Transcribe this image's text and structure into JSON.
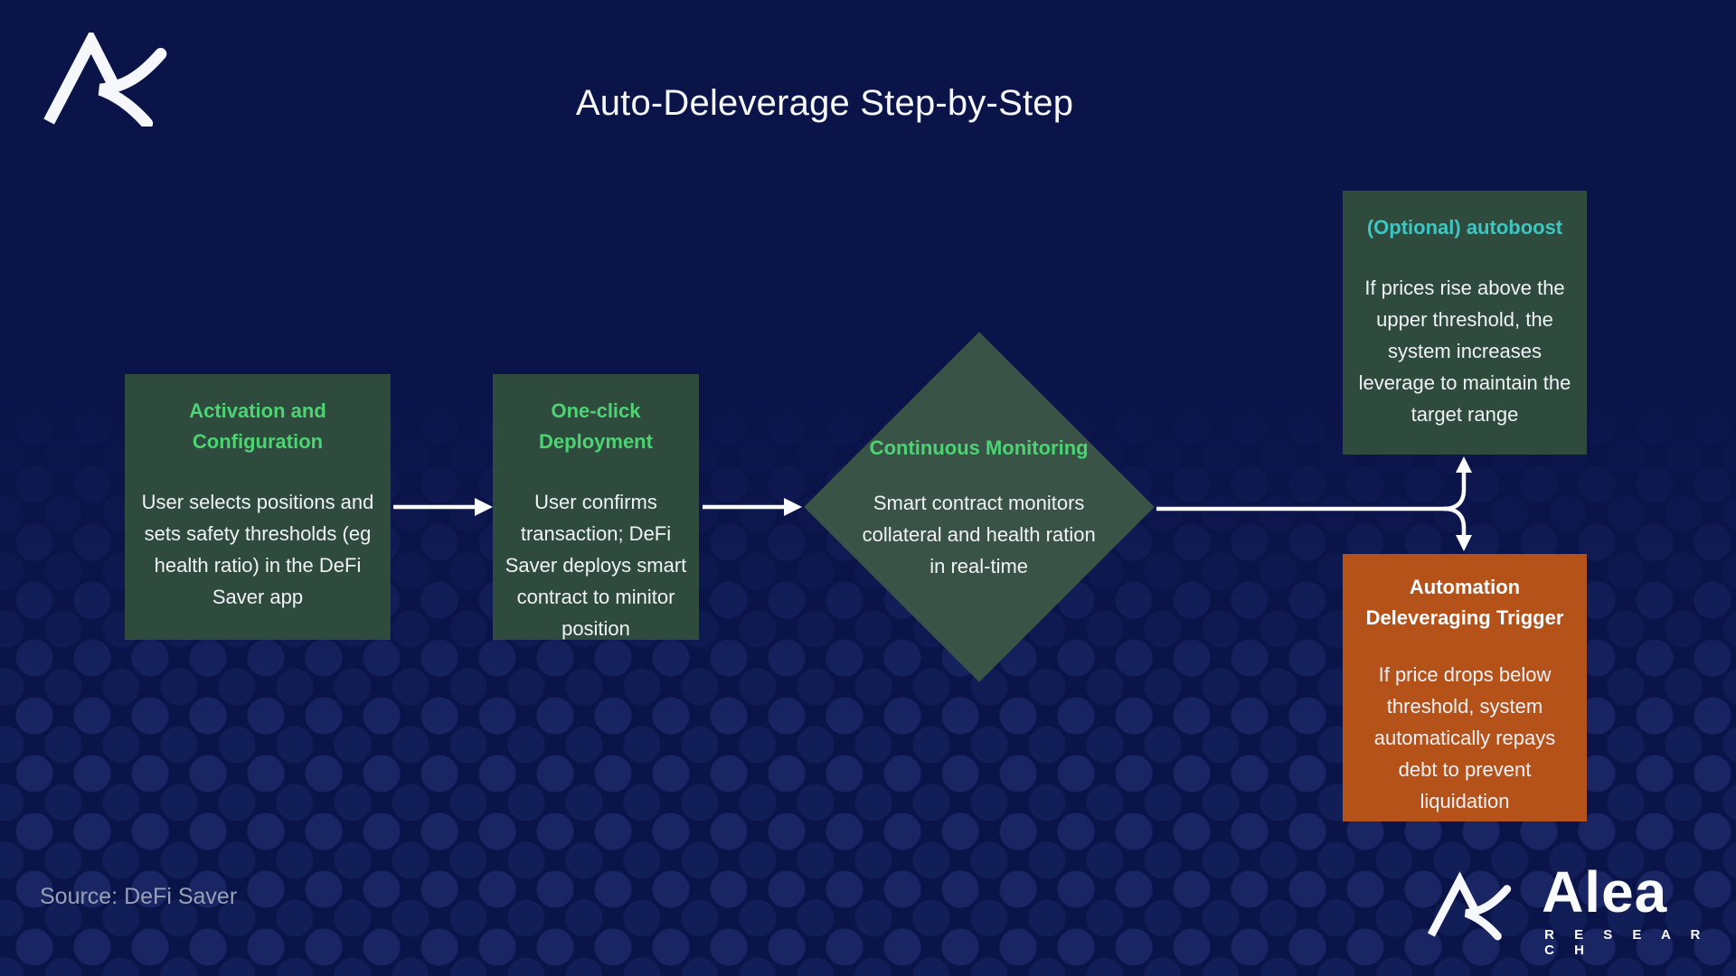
{
  "page": {
    "title": "Auto-Deleverage Step-by-Step",
    "source_note": "Source: DeFi Saver"
  },
  "branding": {
    "wordmark": "Alea",
    "wordmark_sub": "R E S E A R C H",
    "logo": "alea-a-swoosh-mark"
  },
  "colors": {
    "background": "#0B1449",
    "node_green": "#2F4B3E",
    "diamond_green": "#3A5347",
    "node_orange": "#B5521A",
    "accent_green": "#4CD473",
    "accent_teal": "#3EC7C2",
    "body_text": "#F0F2F6",
    "muted_text": "#98A0B4",
    "arrow": "#FAFBFD"
  },
  "flow": {
    "steps": [
      {
        "id": "activation",
        "shape": "rectangle",
        "title": "Activation and Configuration",
        "title_color": "#4CD473",
        "body": "User selects positions and sets safety thresholds (eg health ratio) in the DeFi Saver app"
      },
      {
        "id": "deployment",
        "shape": "rectangle",
        "title": "One-click Deployment",
        "title_color": "#4CD473",
        "body": "User confirms transaction; DeFi Saver deploys smart contract to minitor position"
      },
      {
        "id": "monitoring",
        "shape": "diamond",
        "title": "Continuous Monitoring",
        "title_color": "#4CD473",
        "body": "Smart contract monitors collateral and health ration in real-time"
      },
      {
        "id": "autoboost",
        "shape": "rectangle",
        "title": "(Optional) autoboost",
        "title_color": "#3EC7C2",
        "body": "If prices rise above the upper threshold, the system increases leverage to maintain the target range"
      },
      {
        "id": "deleverage-trigger",
        "shape": "rectangle",
        "title": "Automation Deleveraging Trigger",
        "title_color": "#FBFCFE",
        "body": "If price drops below threshold, system automatically repays debt to prevent liquidation"
      }
    ],
    "connections": [
      {
        "from": "activation",
        "to": "deployment"
      },
      {
        "from": "deployment",
        "to": "monitoring"
      },
      {
        "from": "monitoring",
        "to": "autoboost"
      },
      {
        "from": "monitoring",
        "to": "deleverage-trigger"
      }
    ]
  }
}
